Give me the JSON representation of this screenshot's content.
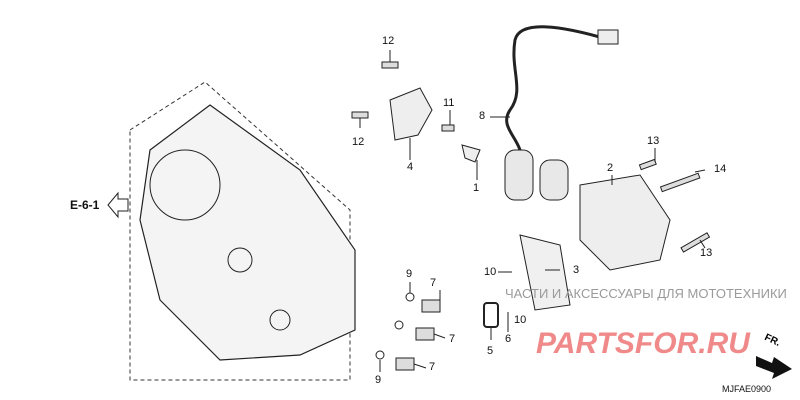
{
  "diagram_id": "MJFAE0900",
  "reference": "E-6-1",
  "direction_label": "FR.",
  "watermark": {
    "tagline": "ЧАСТИ И АКСЕССУАРЫ ДЛЯ МОТОТЕХНИКИ",
    "logo": "PARTSFOR.RU"
  },
  "callouts": [
    {
      "id": "c12a",
      "text": "12"
    },
    {
      "id": "c12b",
      "text": "12"
    },
    {
      "id": "c11",
      "text": "11"
    },
    {
      "id": "c4",
      "text": "4"
    },
    {
      "id": "c8",
      "text": "8"
    },
    {
      "id": "c1",
      "text": "1"
    },
    {
      "id": "c13a",
      "text": "13"
    },
    {
      "id": "c2",
      "text": "2"
    },
    {
      "id": "c14",
      "text": "14"
    },
    {
      "id": "c13b",
      "text": "13"
    },
    {
      "id": "c3",
      "text": "3"
    },
    {
      "id": "c10a",
      "text": "10"
    },
    {
      "id": "c10b",
      "text": "10"
    },
    {
      "id": "c5",
      "text": "5"
    },
    {
      "id": "c6",
      "text": "6"
    },
    {
      "id": "c9a",
      "text": "9"
    },
    {
      "id": "c7a",
      "text": "7"
    },
    {
      "id": "c7b",
      "text": "7"
    },
    {
      "id": "c7c",
      "text": "7"
    },
    {
      "id": "c9b",
      "text": "9"
    }
  ]
}
